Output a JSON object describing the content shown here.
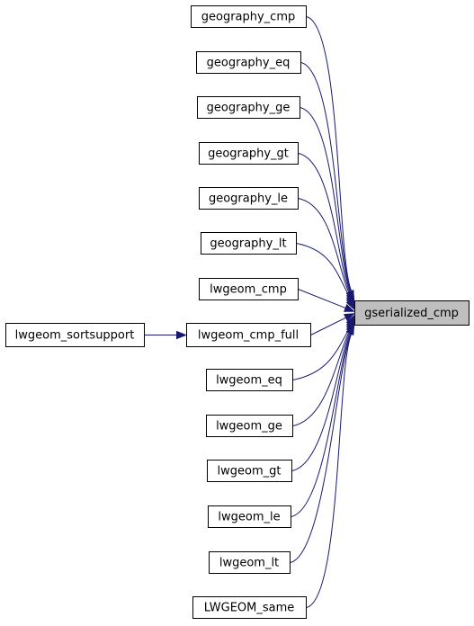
{
  "graph": {
    "target": {
      "label": "gserialized_cmp"
    },
    "callers": [
      {
        "label": "geography_cmp"
      },
      {
        "label": "geography_eq"
      },
      {
        "label": "geography_ge"
      },
      {
        "label": "geography_gt"
      },
      {
        "label": "geography_le"
      },
      {
        "label": "geography_lt"
      },
      {
        "label": "lwgeom_cmp"
      },
      {
        "label": "lwgeom_cmp_full"
      },
      {
        "label": "lwgeom_eq"
      },
      {
        "label": "lwgeom_ge"
      },
      {
        "label": "lwgeom_gt"
      },
      {
        "label": "lwgeom_le"
      },
      {
        "label": "lwgeom_lt"
      },
      {
        "label": "LWGEOM_same"
      }
    ],
    "second_level": [
      {
        "label": "lwgeom_sortsupport",
        "calls": "lwgeom_cmp_full"
      }
    ],
    "colors": {
      "edge": "#191970",
      "target_fill": "#bfbfbf",
      "node_fill": "#ffffff",
      "border": "#000000"
    }
  }
}
